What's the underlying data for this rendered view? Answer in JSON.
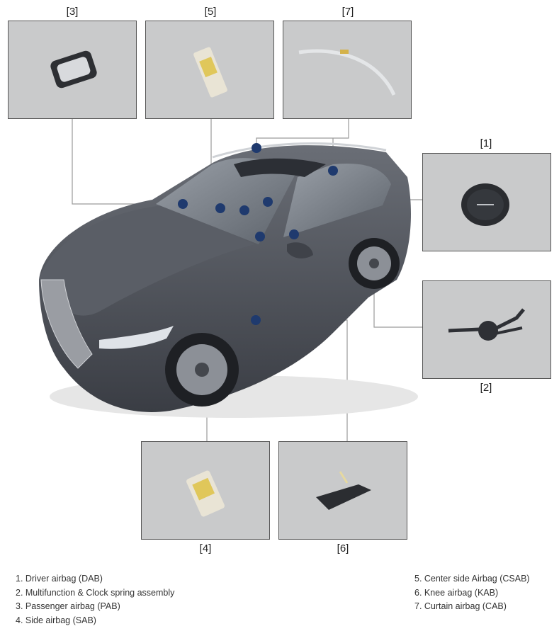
{
  "callouts": {
    "c1": "[1]",
    "c2": "[2]",
    "c3": "[3]",
    "c4": "[4]",
    "c5": "[5]",
    "c6": "[6]",
    "c7": "[7]"
  },
  "legend": {
    "left": [
      "1. Driver airbag (DAB)",
      "2. Multifunction & Clock spring assembly",
      "3. Passenger airbag (PAB)",
      "4. Side airbag (SAB)"
    ],
    "right": [
      "5. Center side Airbag (CSAB)",
      "6. Knee airbag (KAB)",
      "7. Curtain airbag (CAB)"
    ]
  },
  "colors": {
    "panel_bg": "#c9cacb",
    "car_body": "#4b4f57",
    "marker": "#1f3a6e",
    "leader_line": "#9a9a9a"
  }
}
